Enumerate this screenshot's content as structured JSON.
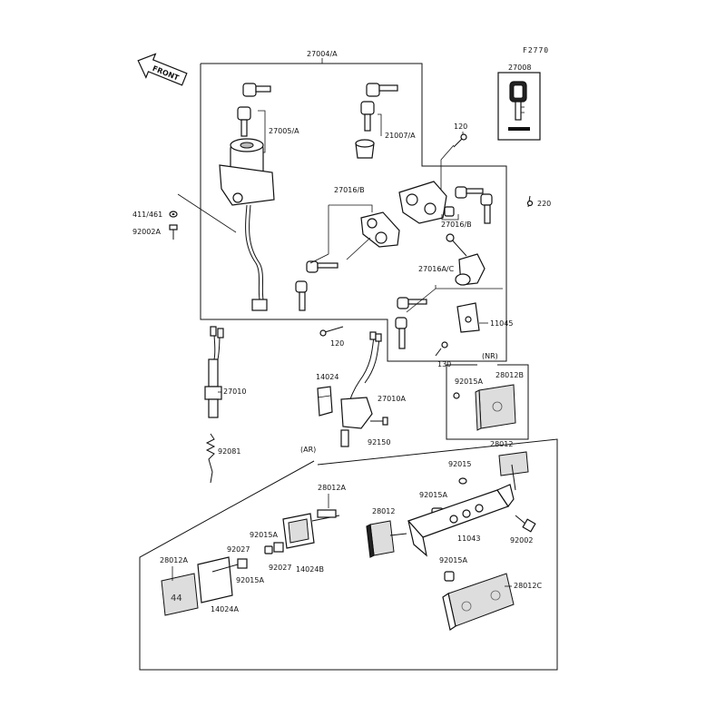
{
  "figure_id": "F2770",
  "front_label": "FRONT",
  "labels": {
    "l27004A": "27004/A",
    "l27008": "27008",
    "l27005A": "27005/A",
    "l21007A": "21007/A",
    "l120a": "120",
    "l120b": "120",
    "l220": "220",
    "l411": "411/461",
    "l92002A": "92002A",
    "l27016B_top": "27016/B",
    "l27016B_right": "27016/B",
    "l27016AC": "27016A/C",
    "l11045": "11045",
    "l130": "130",
    "lNR": "(NR)",
    "l92015A_nr": "92015A",
    "l28012B": "28012B",
    "l27010": "27010",
    "l14024": "14024",
    "l27010A": "27010A",
    "l92150": "92150",
    "l92081": "92081",
    "lAR": "(AR)",
    "l28012_top": "28012",
    "l92015": "92015",
    "l92015A_mid": "92015A",
    "l28012_mid": "28012",
    "l11043": "11043",
    "l92002": "92002",
    "l28012A_mid": "28012A",
    "l92015A_left": "92015A",
    "l92027a": "92027",
    "l92027b": "92027",
    "l14024B": "14024B",
    "l28012A_left": "28012A",
    "l92015A_low": "92015A",
    "l14024A": "14024A",
    "l92015A_bot": "92015A",
    "l28012C": "28012C"
  }
}
